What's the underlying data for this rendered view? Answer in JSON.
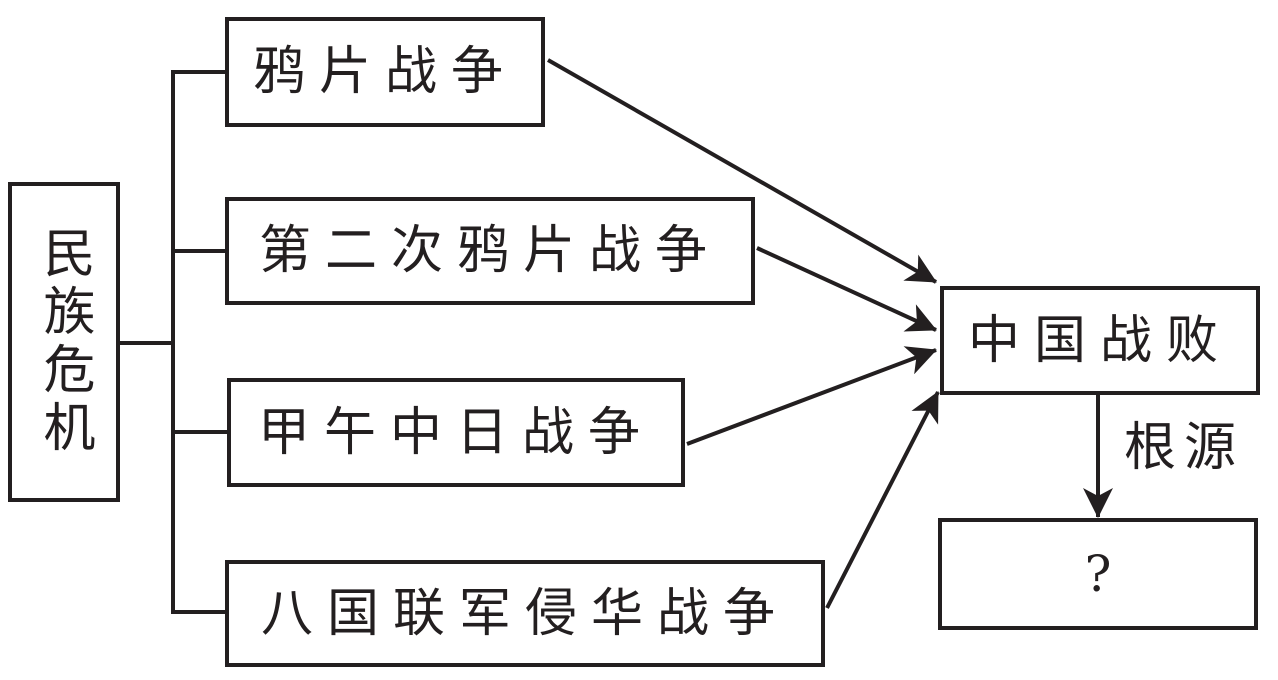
{
  "root": {
    "label": "民族危机"
  },
  "wars": [
    {
      "label": "鸦片战争"
    },
    {
      "label": "第二次鸦片战争"
    },
    {
      "label": "甲午中日战争"
    },
    {
      "label": "八国联军侵华战争"
    }
  ],
  "result": {
    "label": "中国战败"
  },
  "edge_label": "根源",
  "unknown": {
    "label": "?"
  },
  "colors": {
    "stroke": "#231f20",
    "background": "#ffffff"
  }
}
